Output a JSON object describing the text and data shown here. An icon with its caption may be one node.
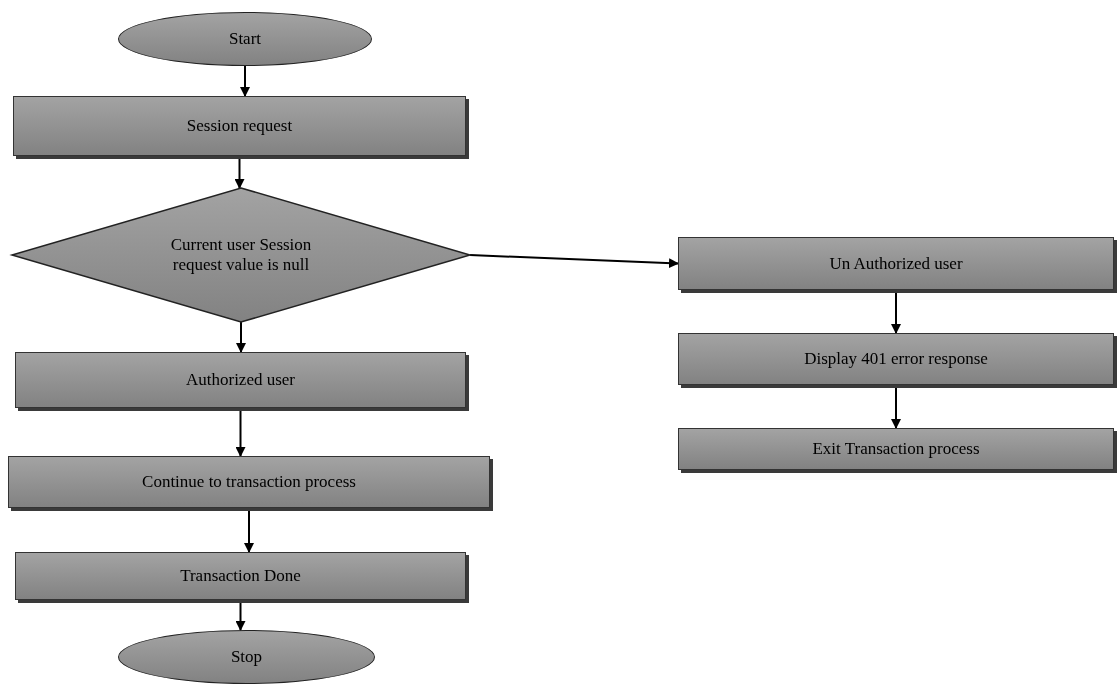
{
  "diagram": {
    "nodes": [
      {
        "text": [
          "Start"
        ]
      },
      {
        "text": [
          "Session request"
        ]
      },
      {
        "text": [
          "Current user Session request value is null"
        ]
      },
      {
        "text": [
          "Authorized user"
        ]
      },
      {
        "text": [
          "Continue  to transaction process"
        ]
      },
      {
        "text": [
          "Transaction Done"
        ]
      },
      {
        "text": [
          "Stop"
        ]
      },
      {
        "text": [
          "Un Authorized user"
        ]
      },
      {
        "text": [
          "Display 401 error response"
        ]
      },
      {
        "text": [
          "Exit Transaction process"
        ]
      }
    ],
    "edges": [
      {
        "from": 0,
        "to": 1,
        "arrow": "to"
      },
      {
        "from": 1,
        "to": 2,
        "arrow": "to"
      },
      {
        "from": 2,
        "to": 3,
        "arrow": "to"
      },
      {
        "from": 2,
        "to": 7,
        "arrow": "to"
      },
      {
        "from": 3,
        "to": 4,
        "arrow": "to"
      },
      {
        "from": 4,
        "to": 5,
        "arrow": "to"
      },
      {
        "from": 5,
        "to": 6,
        "arrow": "to"
      },
      {
        "from": 7,
        "to": 8,
        "arrow": "to"
      },
      {
        "from": 8,
        "to": 9,
        "arrow": "to"
      }
    ]
  }
}
